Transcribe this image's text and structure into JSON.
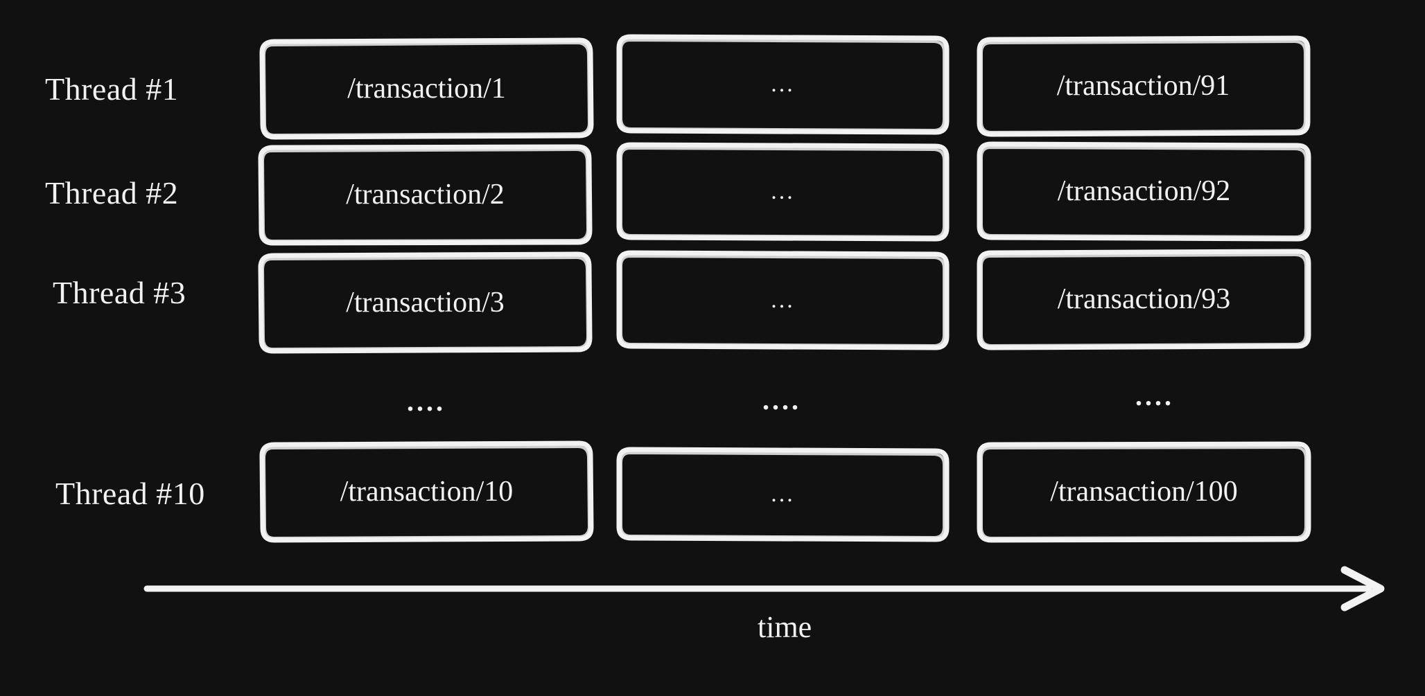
{
  "diagram": {
    "background_color": "#111111",
    "stroke_color": "#f2f2f2",
    "text_color": "#f2f2f2",
    "style": "hand-drawn",
    "axis": {
      "arrow_name": "time-arrow",
      "label": "time"
    },
    "column_gap_marker": "....",
    "rows": [
      {
        "thread_label": "Thread #1",
        "cells": [
          {
            "label": "/transaction/1",
            "kind": "transaction"
          },
          {
            "label": "...",
            "kind": "ellipsis"
          },
          {
            "label": "/transaction/91",
            "kind": "transaction"
          }
        ]
      },
      {
        "thread_label": "Thread #2",
        "cells": [
          {
            "label": "/transaction/2",
            "kind": "transaction"
          },
          {
            "label": "...",
            "kind": "ellipsis"
          },
          {
            "label": "/transaction/92",
            "kind": "transaction"
          }
        ]
      },
      {
        "thread_label": "Thread #3",
        "cells": [
          {
            "label": "/transaction/3",
            "kind": "transaction"
          },
          {
            "label": "...",
            "kind": "ellipsis"
          },
          {
            "label": "/transaction/93",
            "kind": "transaction"
          }
        ]
      },
      {
        "thread_label": "Thread #10",
        "cells": [
          {
            "label": "/transaction/10",
            "kind": "transaction"
          },
          {
            "label": "...",
            "kind": "ellipsis"
          },
          {
            "label": "/transaction/100",
            "kind": "transaction"
          }
        ]
      }
    ],
    "continuation_markers": [
      {
        "label": "....",
        "column": 0
      },
      {
        "label": "....",
        "column": 1
      },
      {
        "label": "....",
        "column": 2
      }
    ]
  }
}
